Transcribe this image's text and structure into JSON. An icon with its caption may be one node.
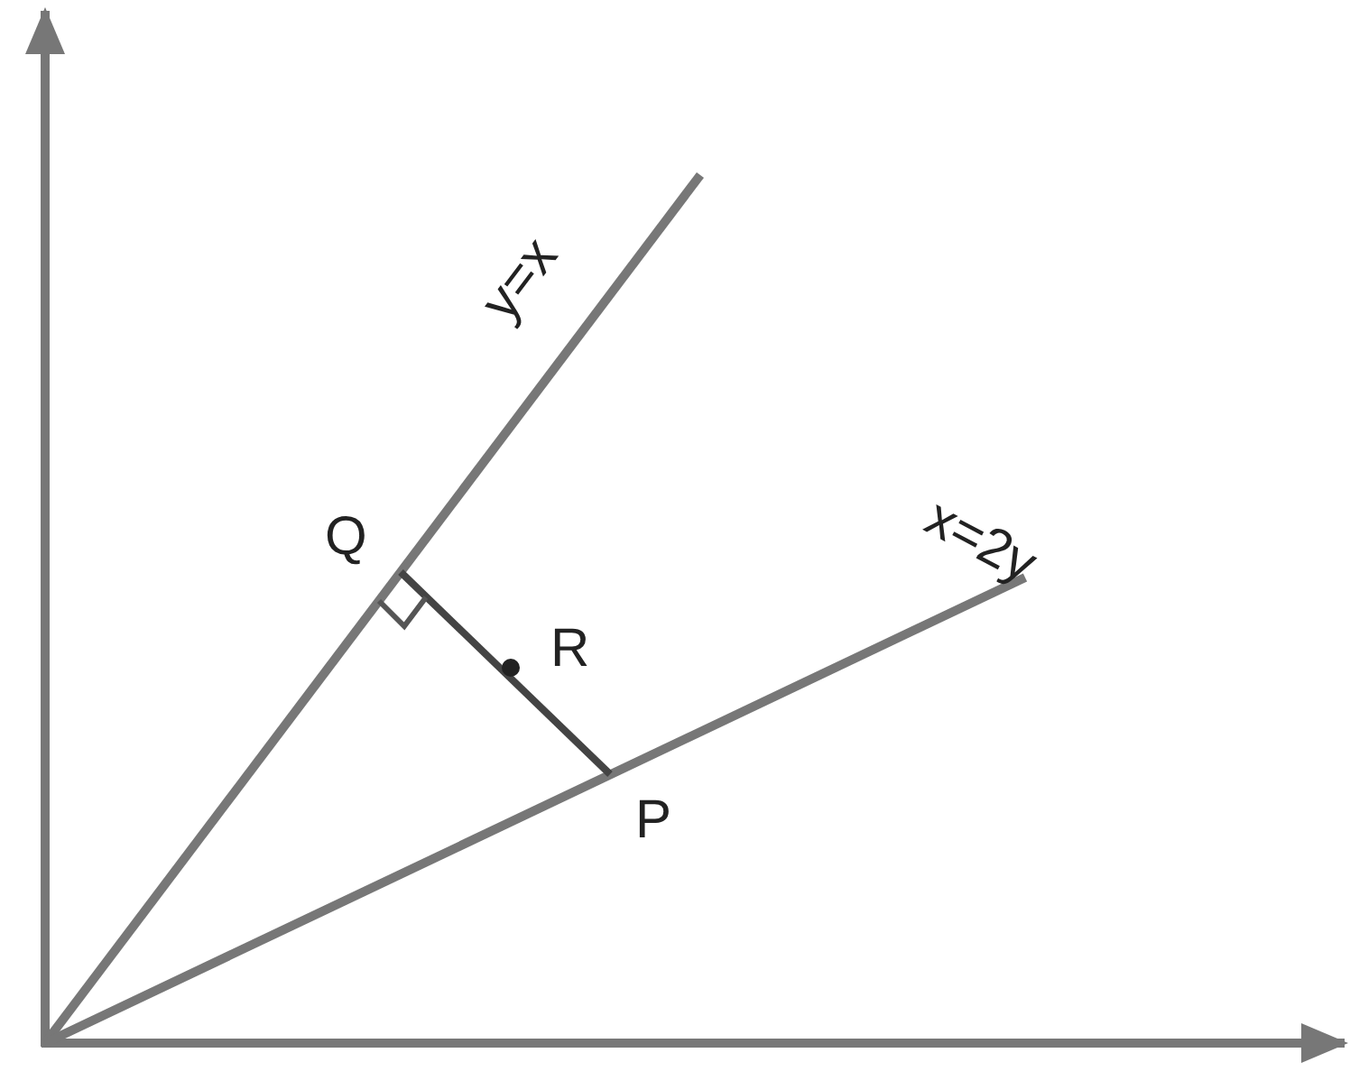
{
  "diagram": {
    "labels": [
      "y=x",
      "x=2y",
      "Q",
      "R",
      "P"
    ]
  }
}
